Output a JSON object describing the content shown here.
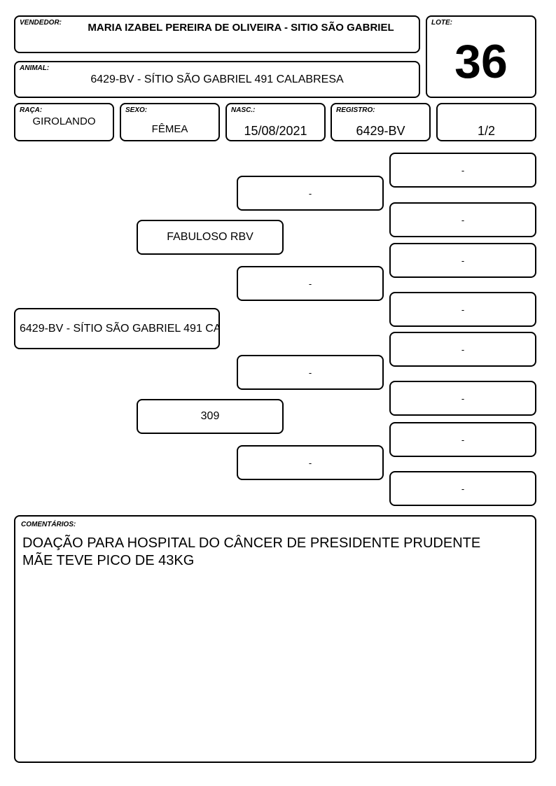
{
  "header": {
    "vendedor": {
      "label": "VENDEDOR:",
      "value": "MARIA IZABEL PEREIRA DE OLIVEIRA - SITIO SÃO GABRIEL"
    },
    "lote": {
      "label": "LOTE:",
      "value": "36"
    },
    "animal": {
      "label": "ANIMAL:",
      "value": "6429-BV - SÍTIO SÃO GABRIEL 491 CALABRESA"
    },
    "raca": {
      "label": "RAÇA:",
      "value": "GIROLANDO"
    },
    "sexo": {
      "label": "SEXO:",
      "value": "FÊMEA"
    },
    "nasc": {
      "label": "NASC.:",
      "value": "15/08/2021"
    },
    "registro": {
      "label": "REGISTRO:",
      "value": "6429-BV"
    },
    "grau": {
      "value": "1/2"
    }
  },
  "pedigree": {
    "animal": "6429-BV - SÍTIO SÃO GABRIEL 491 CA",
    "sire": "FABULOSO RBV",
    "dam": "309",
    "sire_sire": "-",
    "sire_dam": "-",
    "dam_sire": "-",
    "dam_dam": "-",
    "gg": [
      "-",
      "-",
      "-",
      "-",
      "-",
      "-",
      "-",
      "-"
    ]
  },
  "comments": {
    "label": "COMENTÁRIOS:",
    "lines": [
      "DOAÇÃO PARA HOSPITAL DO CÂNCER DE PRESIDENTE PRUDENTE",
      "MÃE TEVE PICO DE 43KG"
    ]
  }
}
